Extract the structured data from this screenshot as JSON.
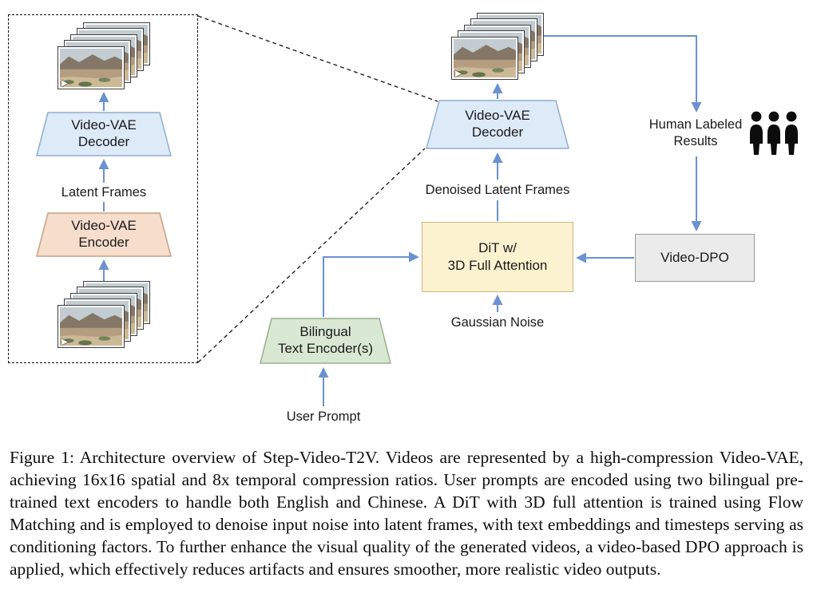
{
  "figure_caption": "Figure 1: Architecture overview of Step-Video-T2V. Videos are represented by a high-compression Video-VAE, achieving 16x16 spatial and 8x temporal compression ratios. User prompts are encoded using two bilingual pre-trained text encoders to handle both English and Chinese. A DiT with 3D full attention is trained using Flow Matching and is employed to denoise input noise into latent frames, with text embeddings and timesteps serving as conditioning factors. To further enhance the visual quality of the generated videos, a video-based DPO approach is applied, which effectively reduces artifacts and ensures smoother, more realistic video outputs.",
  "diagram": {
    "vae_box": {
      "decoder": {
        "line1": "Video-VAE",
        "line2": "Decoder"
      },
      "encoder": {
        "line1": "Video-VAE",
        "line2": "Encoder"
      },
      "latent_frames_label": "Latent Frames"
    },
    "main": {
      "decoder": {
        "line1": "Video-VAE",
        "line2": "Decoder"
      },
      "denoised_label": "Denoised Latent Frames",
      "dit": {
        "line1": "DiT w/",
        "line2": "3D Full Attention"
      },
      "gaussian_noise_label": "Gaussian Noise",
      "text_encoder": {
        "line1": "Bilingual",
        "line2": "Text Encoder(s)"
      },
      "user_prompt_label": "User Prompt",
      "video_dpo_label": "Video-DPO",
      "human_labeled": {
        "line1": "Human Labeled",
        "line2": "Results"
      }
    },
    "colors": {
      "arrow": "#6b91d1",
      "decoder_fill": "#ddeaf8",
      "encoder_fill": "#f6ddcc",
      "dit_fill": "#fcf2cf",
      "text_encoder_fill": "#d9e8d2",
      "dpo_fill": "#ebebeb"
    }
  }
}
